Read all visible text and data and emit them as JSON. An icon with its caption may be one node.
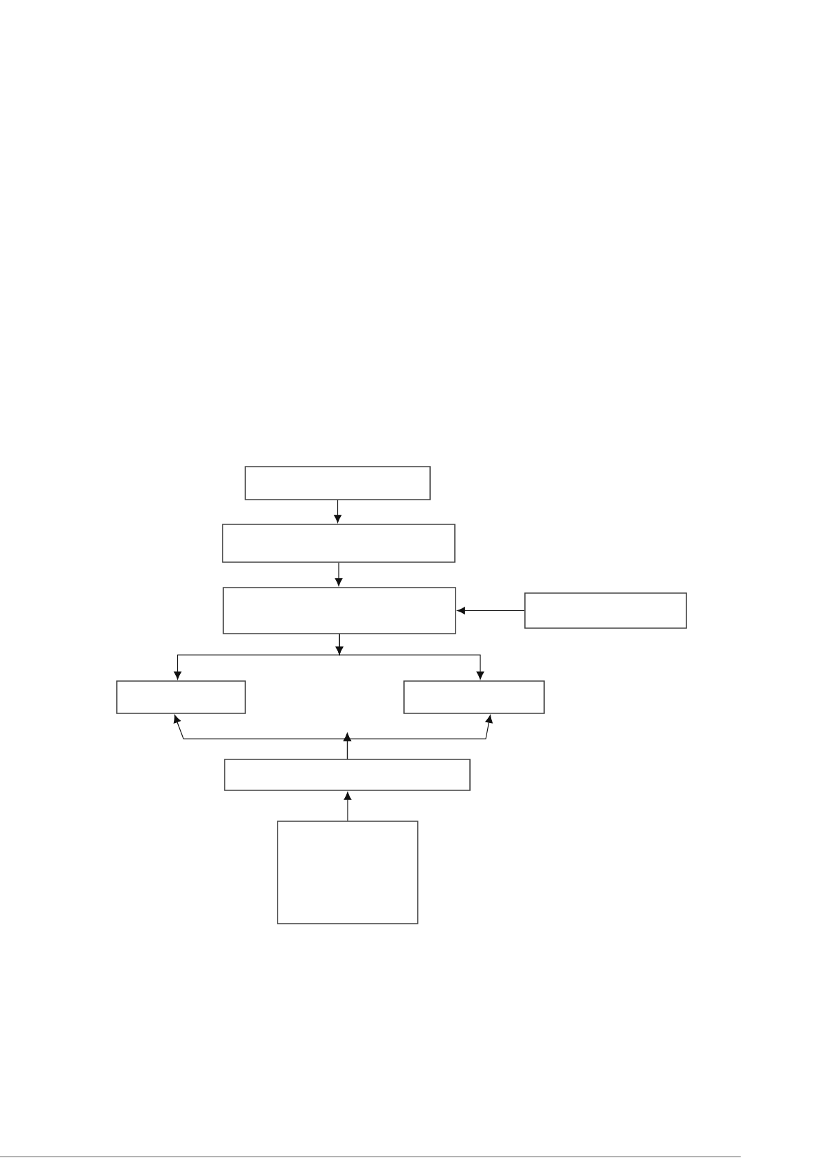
{
  "diagram": {
    "nodes": [
      {
        "text": [],
        "shape": "box"
      },
      {
        "text": [],
        "shape": "box"
      },
      {
        "text": [],
        "shape": "box"
      },
      {
        "text": [],
        "shape": "box"
      },
      {
        "text": [],
        "shape": "box"
      },
      {
        "text": [],
        "shape": "box"
      },
      {
        "text": [],
        "shape": "box"
      },
      {
        "text": [],
        "shape": "box"
      }
    ],
    "edges": [
      {
        "from": 0,
        "to": 1,
        "arrow": "to"
      },
      {
        "from": 1,
        "to": 2,
        "arrow": "to"
      },
      {
        "from": 3,
        "to": 2,
        "arrow": "to"
      },
      {
        "from": 2,
        "to": 4,
        "arrow": "to"
      },
      {
        "from": 2,
        "to": 5,
        "arrow": "to"
      },
      {
        "from": 6,
        "to": 4,
        "arrow": "to"
      },
      {
        "from": 6,
        "to": 5,
        "arrow": "to"
      },
      {
        "from": 7,
        "to": 6,
        "arrow": "to"
      }
    ]
  }
}
